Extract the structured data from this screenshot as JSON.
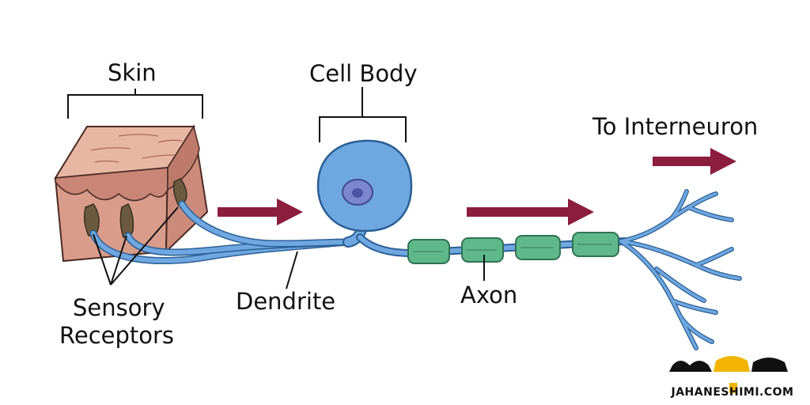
{
  "labels": {
    "skin": "Skin",
    "cell_body": "Cell Body",
    "to_interneuron": "To Interneuron",
    "sensory_receptors_line1": "Sensory",
    "sensory_receptors_line2": "Receptors",
    "dendrite": "Dendrite",
    "axon": "Axon"
  },
  "logo": {
    "url_text": "JAHANESHIMI.COM"
  },
  "colors": {
    "neuron_blue": "#6fa8e0",
    "neuron_outline": "#2a5f95",
    "nucleus": "#6b7fc4",
    "myelin_green": "#5fb88a",
    "arrow_maroon": "#8b1e3f",
    "skin_top": "#e8b9a6",
    "skin_side": "#d49a88"
  }
}
